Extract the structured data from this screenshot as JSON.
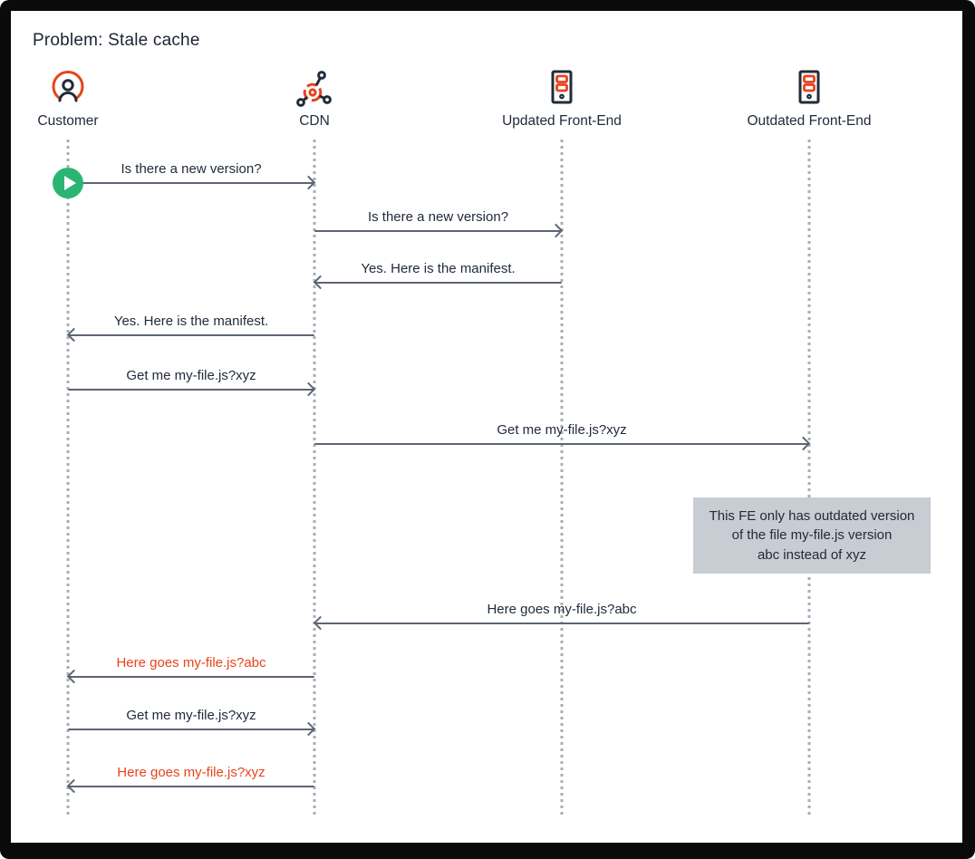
{
  "title": "Problem: Stale cache",
  "diagram_type": "sequence",
  "colors": {
    "accent_red": "#e8431c",
    "text_dark": "#222b3a",
    "arrow_gray": "#5c6573",
    "lifeline_gray": "#a9aeb5",
    "note_background": "#c8ccd3",
    "play_green": "#2bb573",
    "frame_border": "#0a0a0a"
  },
  "actors": [
    {
      "id": "customer",
      "label": "Customer",
      "icon": "customer-icon"
    },
    {
      "id": "cdn",
      "label": "CDN",
      "icon": "cdn-icon"
    },
    {
      "id": "updated_fe",
      "label": "Updated Front-End",
      "icon": "server-icon"
    },
    {
      "id": "outdated_fe",
      "label": "Outdated Front-End",
      "icon": "server-icon"
    }
  ],
  "messages": [
    {
      "from": "customer",
      "to": "cdn",
      "label": "Is there a new version?",
      "style": "normal",
      "start_marker": "play-button"
    },
    {
      "from": "cdn",
      "to": "updated_fe",
      "label": "Is there a new version?",
      "style": "normal"
    },
    {
      "from": "updated_fe",
      "to": "cdn",
      "label": "Yes. Here is the manifest.",
      "style": "normal"
    },
    {
      "from": "cdn",
      "to": "customer",
      "label": "Yes. Here is the manifest.",
      "style": "normal"
    },
    {
      "from": "customer",
      "to": "cdn",
      "label": "Get me my-file.js?xyz",
      "style": "normal"
    },
    {
      "from": "cdn",
      "to": "outdated_fe",
      "label": "Get me my-file.js?xyz",
      "style": "normal"
    },
    {
      "from": "outdated_fe",
      "to": "cdn",
      "label": "Here goes my-file.js?abc",
      "style": "normal"
    },
    {
      "from": "cdn",
      "to": "customer",
      "label": "Here goes my-file.js?abc",
      "style": "red"
    },
    {
      "from": "customer",
      "to": "cdn",
      "label": "Get me my-file.js?xyz",
      "style": "normal"
    },
    {
      "from": "cdn",
      "to": "customer",
      "label": "Here goes my-file.js?xyz",
      "style": "red"
    }
  ],
  "note": {
    "lines": [
      "This FE only has outdated version",
      "of the file my-file.js version",
      "abc instead of xyz"
    ]
  }
}
